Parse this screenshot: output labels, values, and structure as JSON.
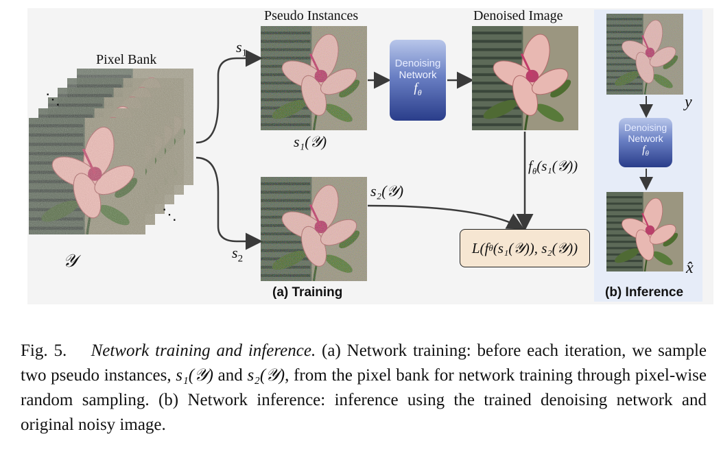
{
  "figure": {
    "pixel_bank_label": "Pixel Bank",
    "pseudo_instances_label": "Pseudo Instances",
    "denoised_image_label": "Denoised Image",
    "s1": "s",
    "s1_sub": "1",
    "s2": "s",
    "s2_sub": "2",
    "s1_of_y": "s₁(𝒴)",
    "s2_of_y": "s₂(𝒴)",
    "y_cal": "𝒴",
    "f_theta_s1": "f",
    "f_theta_s1_rest": "(s₁(𝒴))",
    "loss": "L(f",
    "loss_rest": "(s₁(𝒴)), s₂(𝒴))",
    "network": {
      "line1": "Denoising",
      "line2": "Network",
      "symbol": "f"
    },
    "theta": "θ",
    "y_plain": "y",
    "x_hat": "x̂",
    "ellipsis": "⋱",
    "training_label": "(a) Training",
    "inference_label": "(b) Inference"
  },
  "caption": {
    "prefix": "Fig. 5.",
    "title": "Network training and inference.",
    "text_a": "(a) Network training: before each iteration, we sample two pseudo instances, ",
    "s1": "s₁(𝒴)",
    "and": " and ",
    "s2": "s₂(𝒴)",
    "text_b": ", from the pixel bank for network training through pixel-wise random sampling. (b) Network inference: inference using the trained denoising network and original noisy image."
  },
  "colors": {
    "network_top": "#b8c6ea",
    "network_bottom": "#2a3d8a",
    "loss_fill": "#f6e6d2",
    "inference_bg": "#e6ecf8",
    "arrow": "#3a3a3a"
  }
}
